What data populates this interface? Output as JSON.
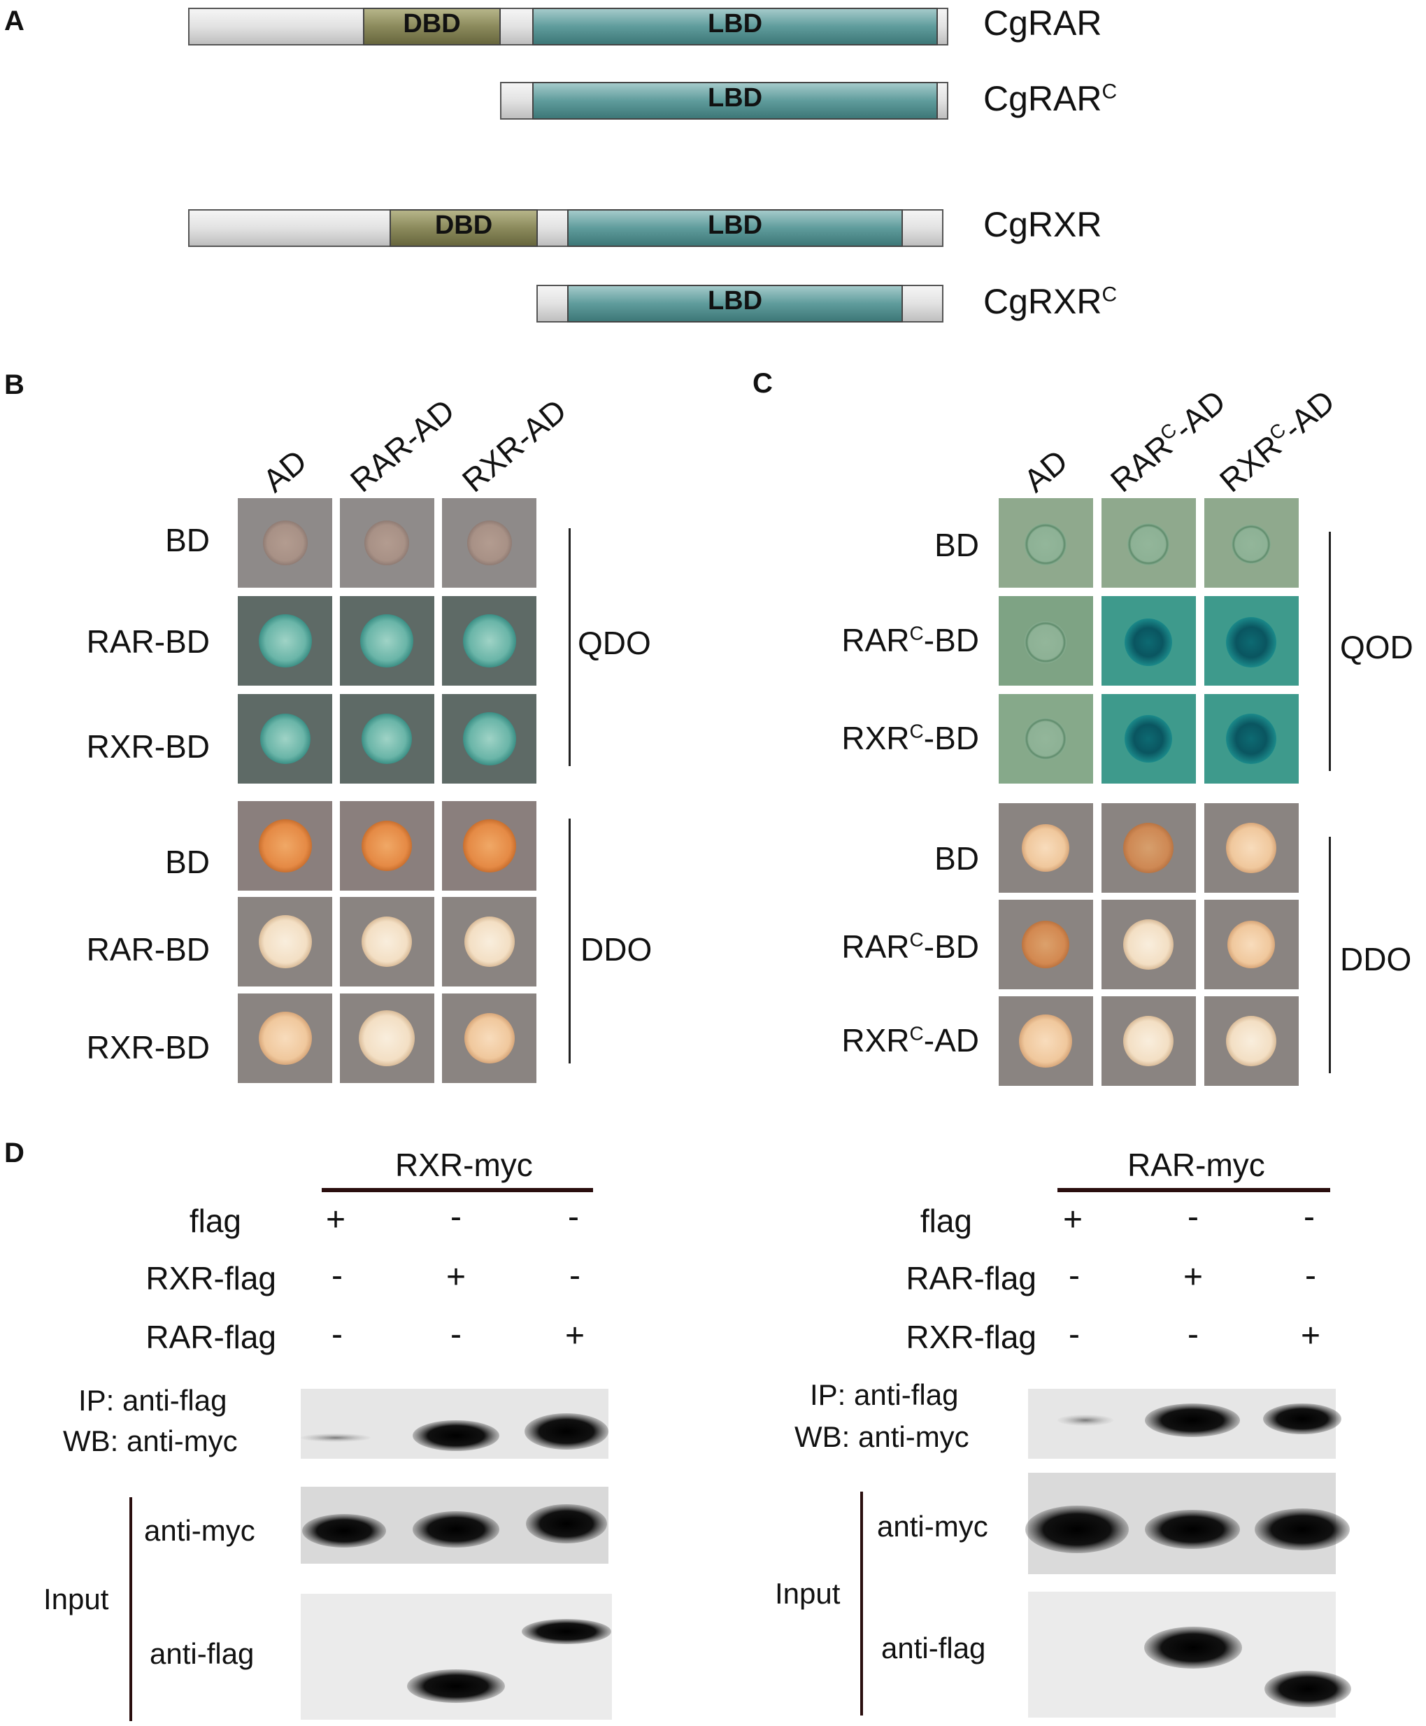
{
  "panels": {
    "A": "A",
    "B": "B",
    "C": "C",
    "D": "D"
  },
  "panelA": {
    "domain_dbd": "DBD",
    "domain_lbd": "LBD",
    "constructs": [
      "CgRAR",
      "CgRAR",
      "CgRXR",
      "CgRXR"
    ],
    "superscript_c": "C"
  },
  "panelB": {
    "columns": [
      "AD",
      "RAR-AD",
      "RXR-AD"
    ],
    "rows_qdo": [
      "BD",
      "RAR-BD",
      "RXR-BD"
    ],
    "rows_ddo": [
      "BD",
      "RAR-BD",
      "RXR-BD"
    ],
    "group_qdo": "QDO",
    "group_ddo": "DDO"
  },
  "panelC": {
    "columns": [
      {
        "a": "AD",
        "b": ""
      },
      {
        "a": "RAR",
        "b": "-AD"
      },
      {
        "a": "RXR",
        "b": "-AD"
      }
    ],
    "rows_qod": [
      {
        "a": "BD",
        "b": ""
      },
      {
        "a": "RAR",
        "b": "-BD"
      },
      {
        "a": "RXR",
        "b": "-BD"
      }
    ],
    "rows_ddo": [
      {
        "a": "BD",
        "b": ""
      },
      {
        "a": "RAR",
        "b": "-BD"
      },
      {
        "a": "RXR",
        "b": "-AD"
      }
    ],
    "superscript_c": "C",
    "group_qod": "QOD",
    "group_ddo": "DDO"
  },
  "panelD": {
    "left": {
      "header": "RXR-myc",
      "rows": [
        {
          "label": "flag",
          "values": [
            "+",
            "-",
            "-"
          ]
        },
        {
          "label": "RXR-flag",
          "values": [
            "-",
            "+",
            "-"
          ]
        },
        {
          "label": "RAR-flag",
          "values": [
            "-",
            "-",
            "+"
          ]
        }
      ],
      "ip_line1": "IP: anti-flag",
      "ip_line2": "WB: anti-myc",
      "input": "Input",
      "anti_myc": "anti-myc",
      "anti_flag": "anti-flag"
    },
    "right": {
      "header": "RAR-myc",
      "rows": [
        {
          "label": "flag",
          "values": [
            "+",
            "-",
            "-"
          ]
        },
        {
          "label": "RAR-flag",
          "values": [
            "-",
            "+",
            "-"
          ]
        },
        {
          "label": "RXR-flag",
          "values": [
            "-",
            "-",
            "+"
          ]
        }
      ],
      "ip_line1": "IP: anti-flag",
      "ip_line2": "WB: anti-myc",
      "input": "Input",
      "anti_myc": "anti-myc",
      "anti_flag": "anti-flag"
    }
  },
  "colors": {
    "dbd": "#8b8a5c",
    "lbd": "#5f9c9c",
    "plate_gray": "#8a8787",
    "plate_green": "#8aa98a",
    "colony_blue": "#4aa59a",
    "colony_dark": "#0a5b66",
    "colony_orange": "#e8924e",
    "colony_cream": "#f2dfc6"
  }
}
